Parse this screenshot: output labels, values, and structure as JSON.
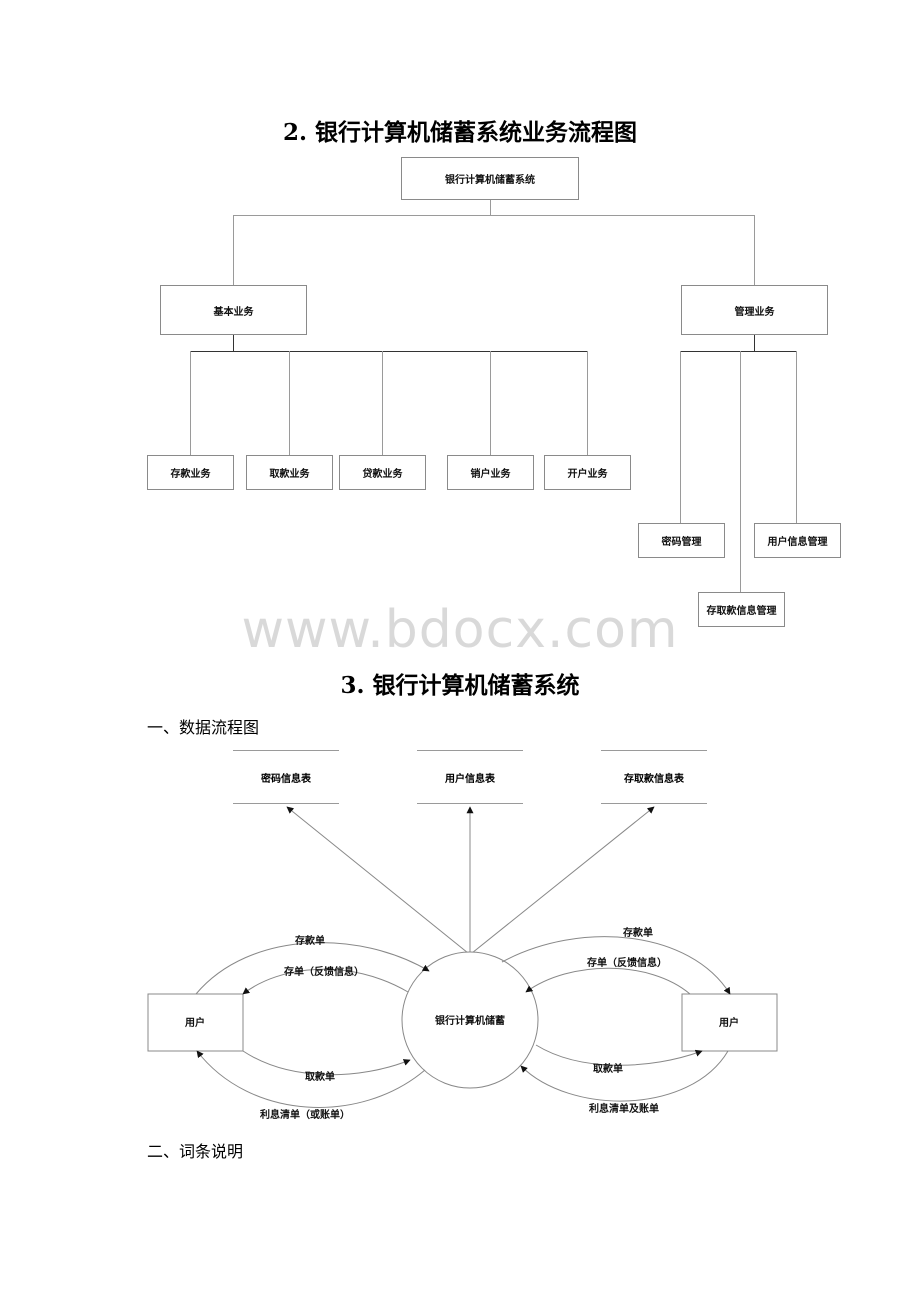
{
  "section2": {
    "title": "2. 银行计算机储蓄系统业务流程图",
    "root": "银行计算机储蓄系统",
    "basic": "基本业务",
    "management": "管理业务",
    "basic_items": [
      "存款业务",
      "取款业务",
      "贷款业务",
      "销户业务",
      "开户业务"
    ],
    "mgmt_items": [
      "密码管理",
      "用户信息管理",
      "存取款信息管理"
    ]
  },
  "watermark": "www.bdocx.com",
  "section3": {
    "title": "3. 银行计算机储蓄系统",
    "dfd_heading": "一、数据流程图",
    "stores": [
      "密码信息表",
      "用户信息表",
      "存取款信息表"
    ],
    "center": "银行计算机储蓄",
    "user_left": "用户",
    "user_right": "用户",
    "left_flows": [
      "存款单",
      "存单（反馈信息）",
      "取款单",
      "利息清单（或账单）"
    ],
    "right_flows": [
      "存款单",
      "存单（反馈信息）",
      "取款单",
      "利息清单及账单"
    ],
    "terms_heading": "二、词条说明"
  }
}
